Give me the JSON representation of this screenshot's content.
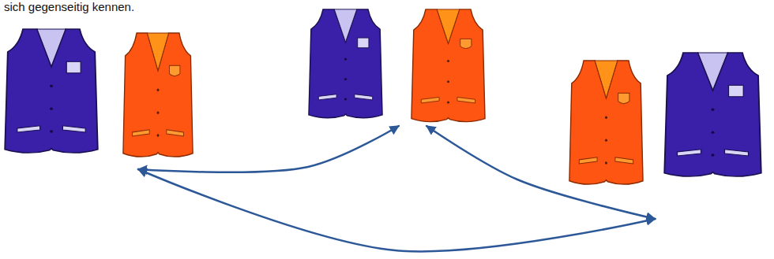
{
  "diagram": {
    "nodes": [
      {
        "text": []
      },
      {
        "text": []
      },
      {
        "text": []
      }
    ],
    "edges": [
      {
        "from": 0,
        "to": 1,
        "arrow": "both"
      },
      {
        "from": 0,
        "to": 2,
        "arrow": "both"
      },
      {
        "from": 2,
        "to": 1,
        "arrow": "both"
      }
    ],
    "labels": [
      "sich gegenseitig kennen."
    ]
  }
}
